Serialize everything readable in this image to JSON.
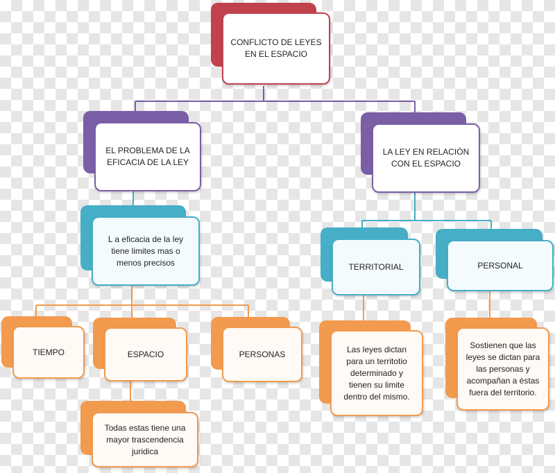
{
  "colors": {
    "red": "#c0424d",
    "purple": "#7a5ea6",
    "teal": "#46aec6",
    "orange": "#f29a4e"
  },
  "nodes": {
    "root": "CONFLICTO DE LEYES EN EL ESPACIO",
    "problema": "EL PROBLEMA DE LA EFICACIA DE LA LEY",
    "relacion": "LA LEY EN RELACIÒN CON EL ESPACIO",
    "eficacia": "L a eficacia de la ley tiene limites mas o menos precisos",
    "territorial": "TERRITORIAL",
    "personal": "PERSONAL",
    "tiempo": "TIEMPO",
    "espacio": "ESPACIO",
    "personas": "PERSONAS",
    "trascendencia": "Todas estas tiene una mayor trascendencia juridica",
    "territorio_desc": "Las leyes dictan para un territotio determinado y tienen su limite dentro del mismo.",
    "personal_desc": "Sostienen que las leyes se dictan para las personas y acompañan a èstas fuera del territorio."
  }
}
